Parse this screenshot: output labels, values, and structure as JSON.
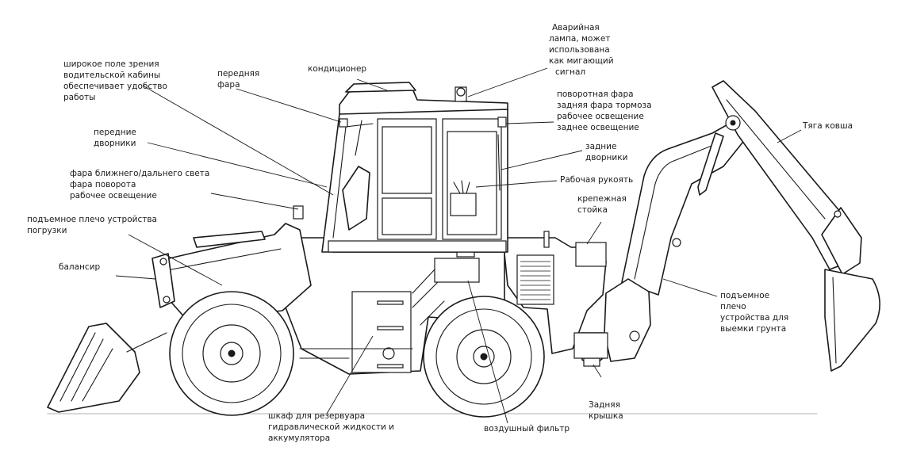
{
  "labels": {
    "wide_view": [
      "широкое поле зрения",
      "водительской кабины",
      "обеспечивает удобство",
      "работы"
    ],
    "front_lamp": [
      "передняя",
      "фара"
    ],
    "ac": [
      "кондиционер"
    ],
    "emergency_lamp": [
      "Аварийная",
      "лампа, может",
      "использована",
      "как мигающий",
      "сигнал"
    ],
    "rear_lights": [
      "поворотная фара",
      "задняя фара тормоза",
      "рабочее освещение",
      "заднее освещение"
    ],
    "front_wipers": [
      "передние",
      "дворники"
    ],
    "rear_wipers": [
      "задние",
      "дворники"
    ],
    "bucket_rod": [
      "Тяга ковша"
    ],
    "headlights": [
      "фара ближнего/дальнего света",
      "фара поворота",
      "рабочее освещение"
    ],
    "joystick": [
      "Рабочая рукоять"
    ],
    "mount_post": [
      "крепежная",
      "стойка"
    ],
    "loader_arm": [
      "подъемное плечо устройства",
      "погрузки"
    ],
    "balancer": [
      "балансир"
    ],
    "excavator_arm": [
      "подъемное",
      "плечо",
      "устройства для",
      "выемки грунта"
    ],
    "rear_cover": [
      "Задняя",
      "крышка"
    ],
    "hydraulic_cabinet": [
      "шкаф для резервуара",
      "гидравлической жидкости и",
      "аккумулятора"
    ],
    "air_filter": [
      "воздушный фильтр"
    ]
  }
}
